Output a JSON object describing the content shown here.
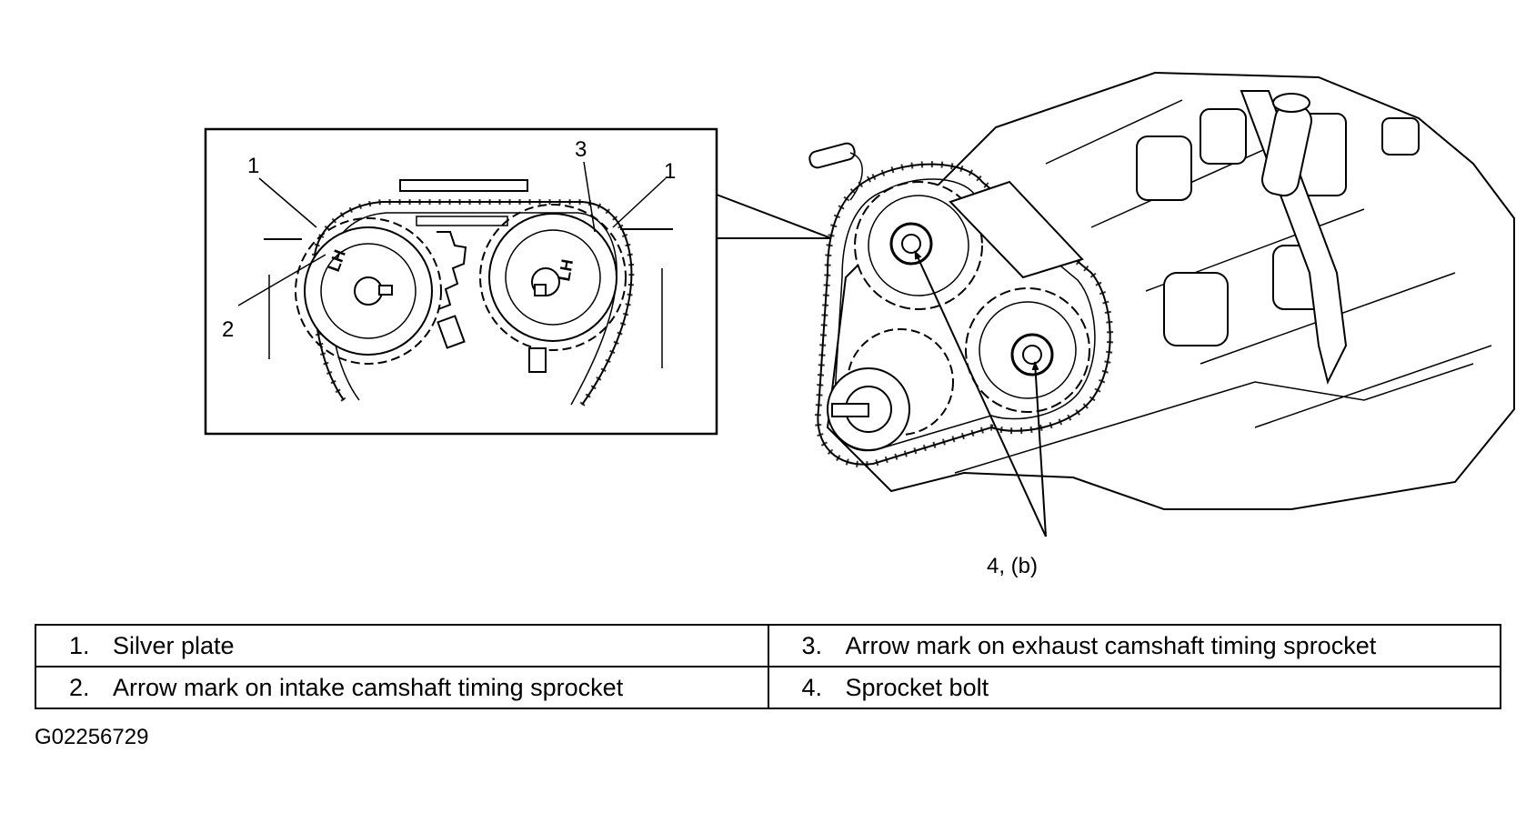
{
  "callouts": {
    "inset_left_1": "1",
    "inset_left_2": "2",
    "inset_top_3": "3",
    "inset_right_1": "1",
    "sprocket_text_left": "LH",
    "sprocket_text_right": "LH",
    "main_4b": "4, (b)"
  },
  "legend": {
    "rows": [
      [
        {
          "num": "1.",
          "text": "Silver plate"
        },
        {
          "num": "3.",
          "text": "Arrow mark on exhaust camshaft timing sprocket"
        }
      ],
      [
        {
          "num": "2.",
          "text": "Arrow mark on intake camshaft timing sprocket"
        },
        {
          "num": "4.",
          "text": "Sprocket bolt"
        }
      ]
    ]
  },
  "figure_code": "G02256729"
}
